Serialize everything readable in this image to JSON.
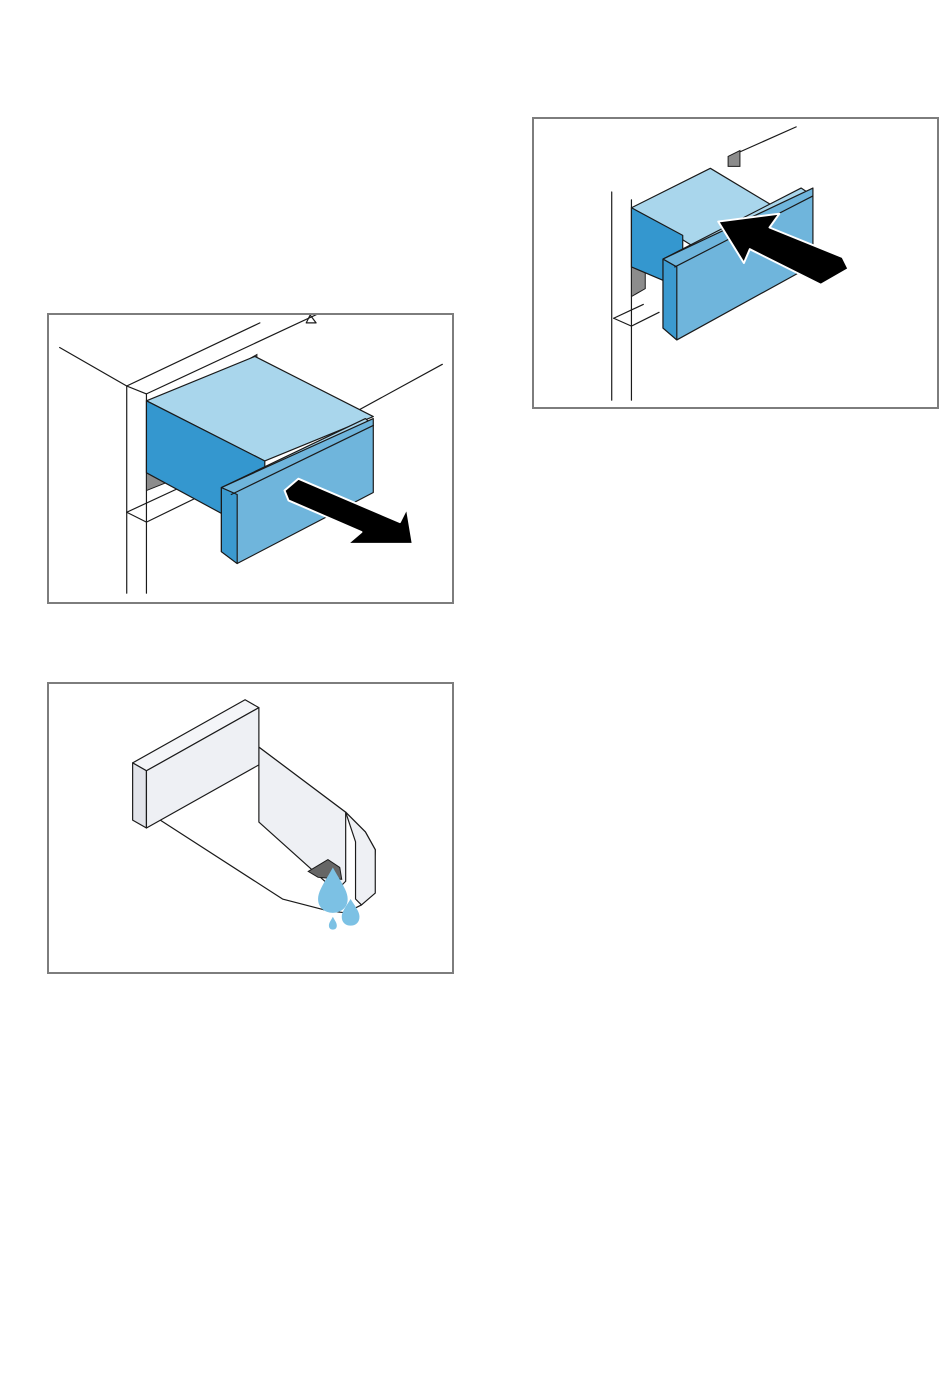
{
  "page": {
    "background": "#ffffff",
    "frame_color": "#7d7d7d"
  },
  "colors": {
    "drawer_top": "#a9d6ec",
    "drawer_side": "#3497cf",
    "drawer_front": "#6fb5dc",
    "tray_light": "#eef0f4",
    "water_drop": "#7cc1e4",
    "arrow": "#000000",
    "siphon_cap": "#666666"
  },
  "figures": [
    {
      "id": "pull-out",
      "icons": [
        "detergent-drawer-icon",
        "arrow-out-icon"
      ]
    },
    {
      "id": "push-in",
      "icons": [
        "detergent-drawer-icon",
        "arrow-in-icon"
      ]
    },
    {
      "id": "drain",
      "icons": [
        "drawer-tray-icon",
        "water-drops-icon"
      ]
    }
  ]
}
